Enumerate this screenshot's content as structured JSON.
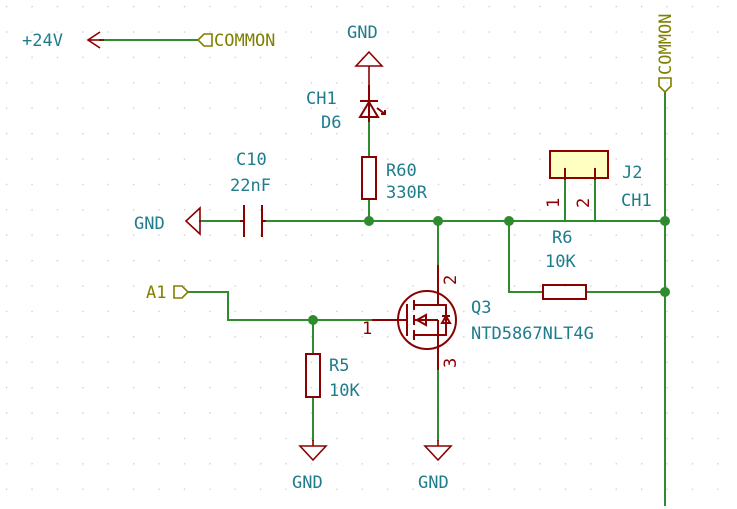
{
  "power": {
    "v24": "+24V",
    "gnd_top": "GND",
    "gnd_c10": "GND",
    "gnd_r5": "GND",
    "gnd_q3": "GND"
  },
  "nets": {
    "common_h": "COMMON",
    "common_v": "COMMON",
    "a1": "A1"
  },
  "components": {
    "led": {
      "ref": "CH1",
      "value": "D6"
    },
    "r60": {
      "ref": "R60",
      "value": "330R"
    },
    "c10": {
      "ref": "C10",
      "value": "22nF"
    },
    "r6": {
      "ref": "R6",
      "value": "10K"
    },
    "r5": {
      "ref": "R5",
      "value": "10K"
    },
    "q3": {
      "ref": "Q3",
      "value": "NTD5867NLT4G",
      "pin_gate": "1",
      "pin_drain": "2",
      "pin_source": "3"
    },
    "j2": {
      "ref": "J2",
      "value": "CH1",
      "pin1": "1",
      "pin2": "2"
    }
  },
  "colors": {
    "wire": "#2e8b2e",
    "component": "#8b0000",
    "reference": "#1e7c8c",
    "net_label": "#808000",
    "connector_fill": "#ffffc2"
  }
}
